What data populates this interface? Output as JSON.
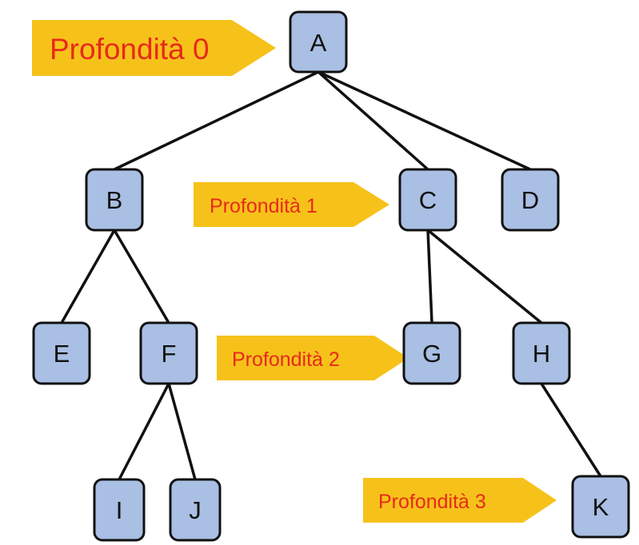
{
  "colors": {
    "node_fill": "#a9bfe3",
    "node_stroke": "#111111",
    "edge": "#111111",
    "label_fill": "#f6c21a",
    "label_text": "#e8291c"
  },
  "nodes": {
    "A": "A",
    "B": "B",
    "C": "C",
    "D": "D",
    "E": "E",
    "F": "F",
    "G": "G",
    "H": "H",
    "I": "I",
    "J": "J",
    "K": "K"
  },
  "edges": [
    [
      "A",
      "B"
    ],
    [
      "A",
      "C"
    ],
    [
      "A",
      "D"
    ],
    [
      "B",
      "E"
    ],
    [
      "B",
      "F"
    ],
    [
      "C",
      "G"
    ],
    [
      "C",
      "H"
    ],
    [
      "F",
      "I"
    ],
    [
      "F",
      "J"
    ],
    [
      "H",
      "K"
    ]
  ],
  "depth_labels": {
    "d0": "Profondità 0",
    "d1": "Profondità 1",
    "d2": "Profondità 2",
    "d3": "Profondità 3"
  }
}
